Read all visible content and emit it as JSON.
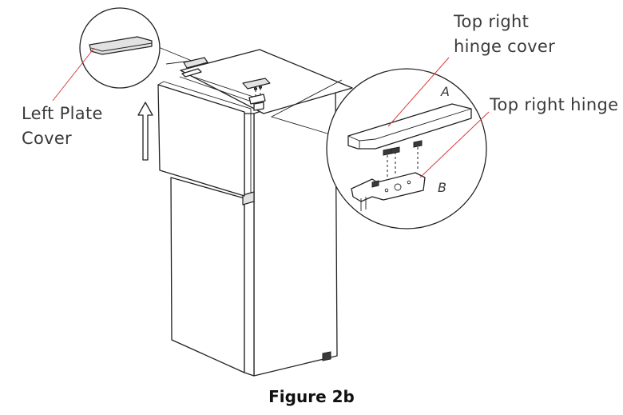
{
  "figure": {
    "caption": "Figure 2b",
    "labels": {
      "left_plate_cover_line1": "Left Plate",
      "left_plate_cover_line2": "Cover",
      "top_right_hinge_cover_line1": "Top right",
      "top_right_hinge_cover_line2": "hinge cover",
      "top_right_hinge": "Top right hinge",
      "part_a": "A",
      "part_b": "B"
    },
    "colors": {
      "leader_line": "#e03a3a",
      "outline": "#222222"
    }
  }
}
